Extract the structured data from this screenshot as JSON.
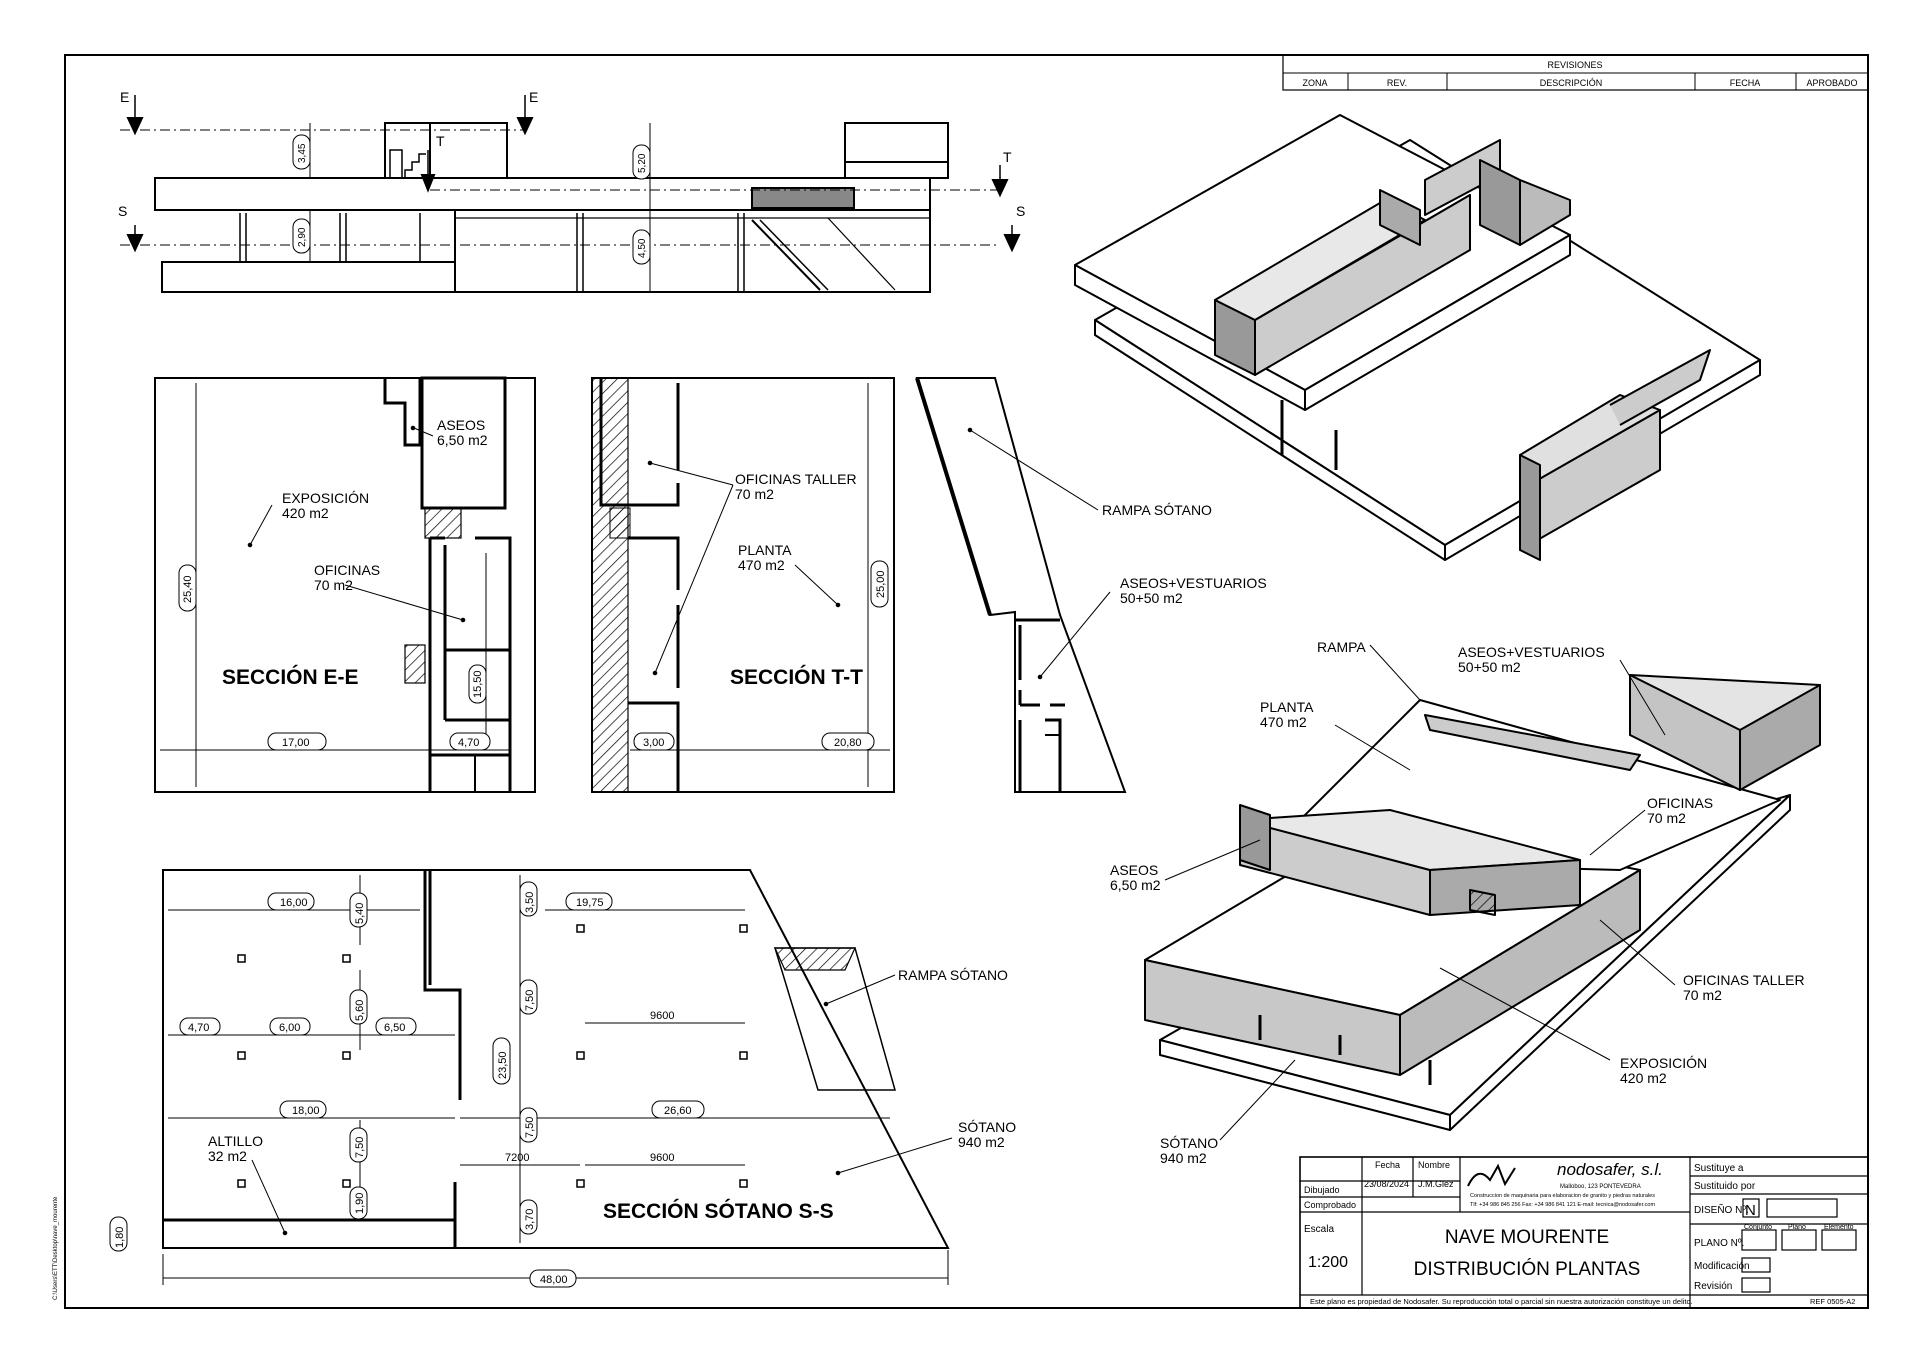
{
  "revisions": {
    "title": "REVISIONES",
    "columns": [
      "ZONA",
      "REV.",
      "DESCRIPCIÓN",
      "FECHA",
      "APROBADO"
    ]
  },
  "elevation": {
    "cuts": [
      "E",
      "E",
      "T",
      "T",
      "S",
      "S"
    ],
    "dims": [
      "3,45",
      "2,90",
      "5,20",
      "4,50"
    ]
  },
  "section_e": {
    "title": "SECCIÓN E-E",
    "labels": [
      {
        "name": "ASEOS",
        "area": "6,50 m2"
      },
      {
        "name": "EXPOSICIÓN",
        "area": "420 m2"
      },
      {
        "name": "OFICINAS",
        "area": "70 m2"
      }
    ],
    "dims": [
      "25,40",
      "15,50",
      "17,00",
      "4,70"
    ]
  },
  "section_t": {
    "title": "SECCIÓN T-T",
    "labels": [
      {
        "name": "OFICINAS TALLER",
        "area": "70 m2"
      },
      {
        "name": "PLANTA",
        "area": "470 m2"
      },
      {
        "name": "RAMPA SÓTANO",
        "area": ""
      },
      {
        "name": "ASEOS+VESTUARIOS",
        "area": "50+50 m2"
      }
    ],
    "dims": [
      "25,00",
      "3,00",
      "20,80"
    ]
  },
  "section_s": {
    "title": "SECCIÓN SÓTANO S-S",
    "labels": [
      {
        "name": "RAMPA SÓTANO",
        "area": ""
      },
      {
        "name": "ALTILLO",
        "area": "32 m2"
      },
      {
        "name": "SÓTANO",
        "area": "940 m2"
      }
    ],
    "dims": [
      "16,00",
      "5,40",
      "3,50",
      "19,75",
      "5,60",
      "7,50",
      "4,70",
      "6,00",
      "6,50",
      "9600",
      "23,50",
      "18,00",
      "26,60",
      "7,50",
      "7,50",
      "7200",
      "9600",
      "1,90",
      "3,70",
      "1,80",
      "48,00"
    ]
  },
  "axo_bottom": {
    "labels": [
      {
        "name": "RAMPA",
        "area": ""
      },
      {
        "name": "ASEOS+VESTUARIOS",
        "area": "50+50 m2"
      },
      {
        "name": "PLANTA",
        "area": "470 m2"
      },
      {
        "name": "OFICINAS",
        "area": "70 m2"
      },
      {
        "name": "ASEOS",
        "area": "6,50 m2"
      },
      {
        "name": "OFICINAS TALLER",
        "area": "70 m2"
      },
      {
        "name": "EXPOSICIÓN",
        "area": "420 m2"
      },
      {
        "name": "SÓTANO",
        "area": "940 m2"
      }
    ]
  },
  "title_block": {
    "fecha_label": "Fecha",
    "nombre_label": "Nombre",
    "dibujado_label": "Dibujado",
    "dibujado_fecha": "23/08/2024",
    "dibujado_nombre": "J.M.Glez",
    "comprobado_label": "Comprobado",
    "company": "nodosafer, s.l.",
    "company_address": "Malloboo, 123     PONTEVEDRA",
    "company_desc": "Construccion de maquinaria para elaboracion de granito y piedras naturales",
    "company_contact": "Tlf: +34 986 845 256     Fax: +34 986 841 121     E-mail: tecnica@nodosafer.com",
    "escala_label": "Escala",
    "escala": "1:200",
    "title_line1": "NAVE MOURENTE",
    "title_line2": "DISTRIBUCIÓN PLANTAS",
    "sustituye": "Sustituye a",
    "sustituido": "Sustituido por",
    "diseno": "DISEÑO Nº.",
    "diseno_value": "N",
    "conjunto": "Conjunto",
    "plano_col": "Plano",
    "elemento": "Elemento",
    "plano_label": "PLANO Nº.",
    "modificacion": "Modificación",
    "revision": "Revisión",
    "footer": "Este plano es propiedad de Nodosafer. Su reproducción total o parcial sin nuestra autorización constituye un delito.",
    "code": "REF 0505-A2"
  },
  "side_path": "C:\\Users\\ETT\\Desktop\\nave_mourente"
}
